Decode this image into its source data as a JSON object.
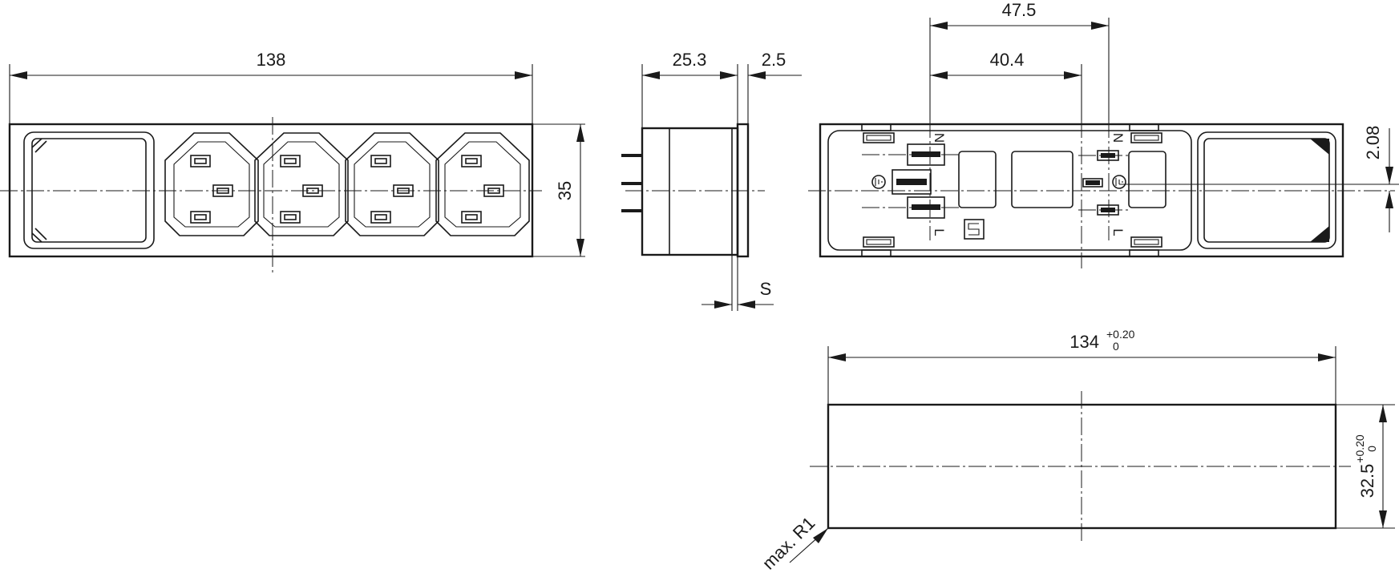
{
  "dimensions": {
    "overall_length": "138",
    "height": "35",
    "body_depth": "25.3",
    "flange_thickness": "2.5",
    "panel_thickness": "S",
    "pin_span_outer": "47.5",
    "pin_span_inner": "40.4",
    "pin_offset": "2.08",
    "cutout_width": "134",
    "cutout_width_tol_upper": "+0.20",
    "cutout_width_tol_lower": "0",
    "cutout_height": "32.5",
    "cutout_height_tol_upper": "+0.20",
    "cutout_height_tol_lower": "0",
    "corner_radius": "max. R1"
  },
  "terminal_labels": {
    "neutral": "N",
    "line": "L"
  }
}
